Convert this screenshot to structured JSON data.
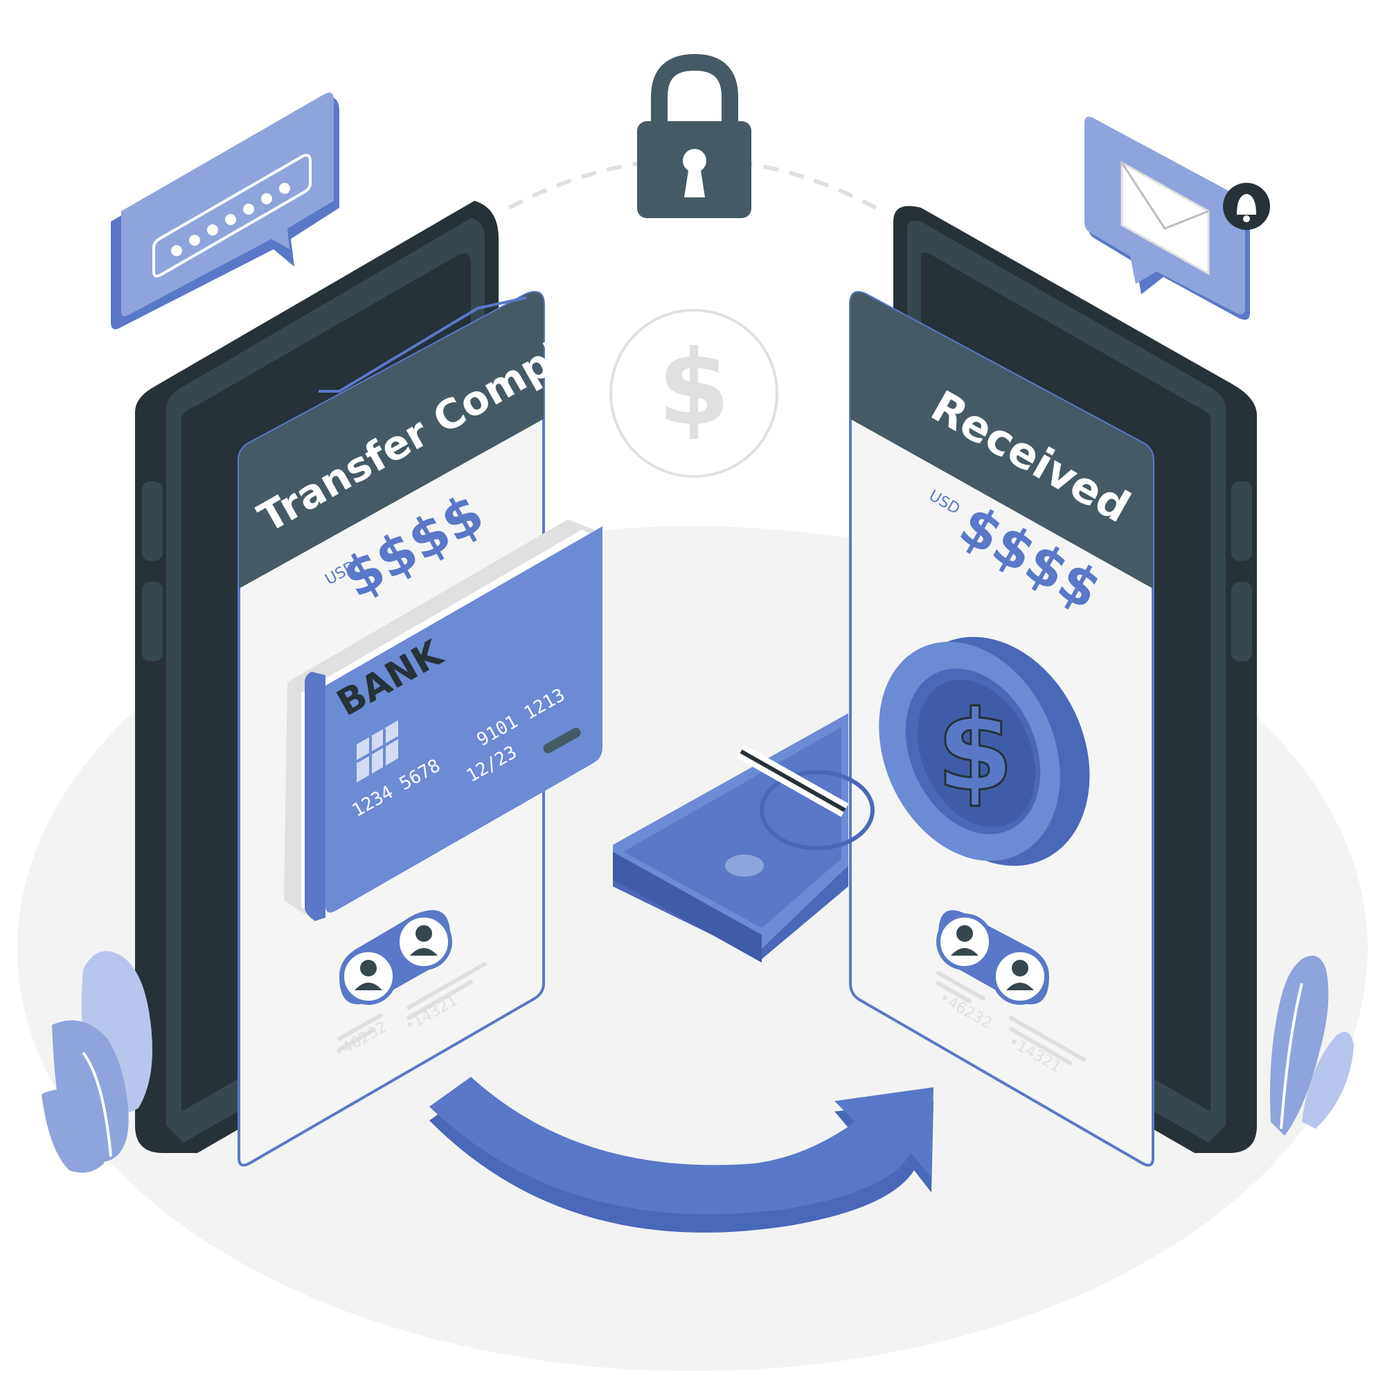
{
  "sender_phone": {
    "status_title": "Transfer Completed",
    "currency_code": "USD",
    "amount": "$$$$",
    "card": {
      "bank_name": "BANK",
      "number": "1234  5678  9101  1213",
      "number_line1": "1234  5678",
      "number_line2": "9101  1213",
      "expiry": "12/23"
    },
    "accounts": [
      {
        "id": "•46232"
      },
      {
        "id": "•14321"
      }
    ]
  },
  "receiver_phone": {
    "status_title": "Received",
    "currency_code": "USD",
    "amount": "$$$$",
    "accounts": [
      {
        "id": "•46232"
      },
      {
        "id": "•14321"
      }
    ]
  },
  "icons": {
    "lock": "lock-icon",
    "dollar": "dollar-icon",
    "password_bubble": "password-bubble-icon",
    "mail_bubble": "mail-notification-icon",
    "bell": "bell-icon",
    "coin": "dollar-coin-icon",
    "cash": "cash-stack-icon",
    "arrow": "transfer-arrow-icon",
    "user": "user-icon"
  },
  "password_mask_dots": 7,
  "colors": {
    "accent": "#5A78C8",
    "accent_light": "#8FA4DC",
    "dark": "#263238",
    "panel_header": "#455A64",
    "screen_bg": "#F5F5F5",
    "floor": "#F2F2F2"
  }
}
